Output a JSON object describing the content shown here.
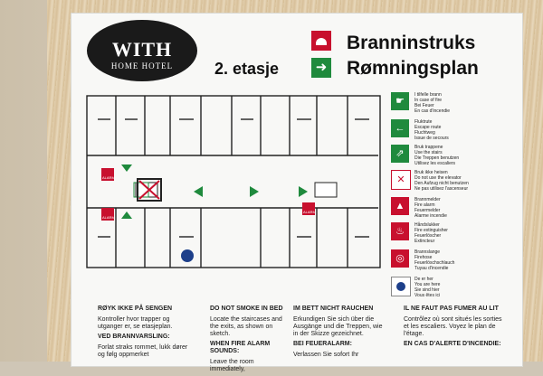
{
  "sign": {
    "logo": {
      "main": "WITH",
      "sub": "HOME HOTEL"
    },
    "floor": "2. etasje",
    "title_fire": "Branninstruks",
    "title_escape": "Rømningsplan",
    "plan": {
      "alarm_label": "ALARM"
    },
    "legend": [
      {
        "icon": "person-running-icon",
        "color": "#1f8a3d",
        "text": "I tilfelle brann\nIn case of fire\nBei Feuer\nEn cas d'incendie"
      },
      {
        "icon": "arrow-left-icon",
        "color": "#1f8a3d",
        "text": "Fluktrute\nEscape route\nFluchtweg\nIssue de secours"
      },
      {
        "icon": "stairs-icon",
        "color": "#1f8a3d",
        "text": "Bruk trappene\nUse the stairs\nDie Treppen benutzen\nUtilisez les escaliers"
      },
      {
        "icon": "no-elevator-icon",
        "color": "#c8102e",
        "text": "Bruk ikke heisen\nDo not use the elevator\nDen Aufzug nicht benutzen\nNe pas utilisez l'ascenseur"
      },
      {
        "icon": "fire-alarm-icon",
        "color": "#c8102e",
        "text": "Brannmelder\nFire alarm\nFeuermelder\nAlarme incendie"
      },
      {
        "icon": "fire-extinguisher-icon",
        "color": "#c8102e",
        "text": "Håndslukker\nFire extinguisher\nFeuerlöscher\nExtincteur"
      },
      {
        "icon": "fire-hose-icon",
        "color": "#c8102e",
        "text": "Brannslange\nFirehose\nFeuerlöschschlauch\nTuyau d'incendie"
      },
      {
        "icon": "you-are-here-icon",
        "color": "#1d3f8a",
        "text": "De er her\nYou are here\nSie sind hier\nVous êtes ici"
      }
    ],
    "bottom": [
      {
        "heading": "RØYK IKKE PÅ SENGEN",
        "p1": "Kontroller hvor trapper og utganger er, se etasjeplan.",
        "sub": "VED BRANNVARSLING:",
        "p2": "Forlat straks rommet, lukk dører og følg oppmerket"
      },
      {
        "heading": "DO NOT SMOKE IN BED",
        "p1": "Locate the staircases and the exits, as shown on sketch.",
        "sub": "WHEN FIRE ALARM SOUNDS:",
        "p2": "Leave the room immediately,"
      },
      {
        "heading": "IM BETT NICHT RAUCHEN",
        "p1": "Erkundigen Sie sich über die Ausgänge und die Treppen, wie in der Skizze gezeichnet.",
        "sub": "BEI FEUERALARM:",
        "p2": "Verlassen Sie sofort Ihr"
      },
      {
        "heading": "IL NE FAUT PAS FUMER AU LIT",
        "p1": "Contrôlez où sont situés les sorties et les escaliers. Voyez le plan de l'étage.",
        "sub": "EN CAS D'ALERTE D'INCENDIE:",
        "p2": ""
      }
    ]
  }
}
